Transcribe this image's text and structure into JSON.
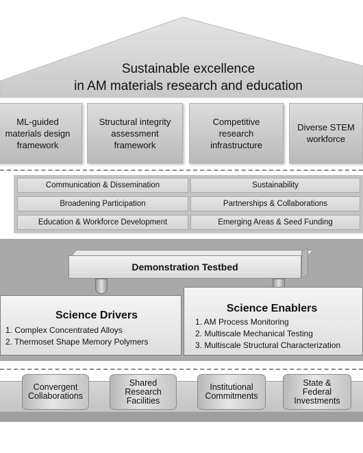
{
  "roof": {
    "line1": "Sustainable excellence",
    "line2": "in AM materials research and education"
  },
  "pillars": [
    {
      "line1": "ML-guided",
      "line2": "materials design",
      "line3": "framework"
    },
    {
      "line1": "Structural integrity",
      "line2": "assessment",
      "line3": "framework"
    },
    {
      "line1": "Competitive",
      "line2": "research",
      "line3": "infrastructure"
    },
    {
      "line1": "Diverse STEM",
      "line2": "workforce",
      "line3": ""
    }
  ],
  "activities": {
    "left": [
      "Communication & Dissemination",
      "Broadening Participation",
      "Education & Workforce Development"
    ],
    "right": [
      "Sustainability",
      "Partnerships & Collaborations",
      "Emerging Areas & Seed Funding"
    ]
  },
  "testbed": {
    "label": "Demonstration Testbed"
  },
  "drivers": {
    "title": "Science Drivers",
    "items": [
      "1.  Complex Concentrated Alloys",
      "2.  Thermoset Shape Memory Polymers"
    ]
  },
  "enablers": {
    "title": "Science Enablers",
    "items": [
      "1.  AM Process Monitoring",
      "2.  Multiscale Mechanical Testing",
      "3.  Multiscale Structural Characterization"
    ]
  },
  "foundation": [
    {
      "line1": "Convergent",
      "line2": "Collaborations",
      "line3": ""
    },
    {
      "line1": "Shared",
      "line2": "Research",
      "line3": "Facilities"
    },
    {
      "line1": "Institutional",
      "line2": "Commitments",
      "line3": ""
    },
    {
      "line1": "State &",
      "line2": "Federal",
      "line3": "Investments"
    }
  ],
  "colors": {
    "roof": "#d0d0d0",
    "band": "#a9a9a9",
    "box": "#e8e8e8",
    "text": "#111111"
  }
}
